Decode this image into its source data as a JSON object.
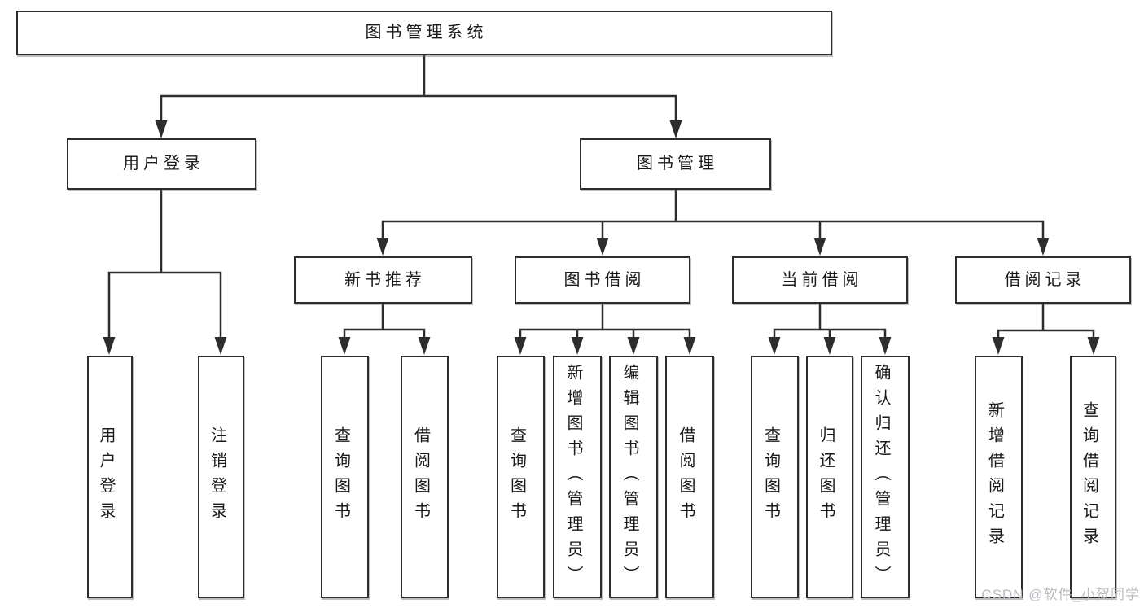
{
  "title": "图书管理系统",
  "tree": {
    "root": {
      "label": "图书管理系统"
    },
    "branches": [
      {
        "label": "用户登录",
        "children": [
          {
            "label": "用户登录"
          },
          {
            "label": "注销登录"
          }
        ]
      },
      {
        "label": "图书管理",
        "children": [
          {
            "label": "新书推荐",
            "children": [
              {
                "label": "查询图书"
              },
              {
                "label": "借阅图书"
              }
            ]
          },
          {
            "label": "图书借阅",
            "children": [
              {
                "label": "查询图书"
              },
              {
                "label": "新增图书（管理员）"
              },
              {
                "label": "编辑图书（管理员）"
              },
              {
                "label": "借阅图书"
              }
            ]
          },
          {
            "label": "当前借阅",
            "children": [
              {
                "label": "查询图书"
              },
              {
                "label": "归还图书"
              },
              {
                "label": "确认归还（管理员）"
              }
            ]
          },
          {
            "label": "借阅记录",
            "children": [
              {
                "label": "新增借阅记录"
              },
              {
                "label": "查询借阅记录"
              }
            ]
          }
        ]
      }
    ]
  },
  "watermark": "CSDN @软件_小贺同学",
  "colors": {
    "line": "#2d2d2d",
    "border": "#2d2d2d",
    "text": "#1a1a1a",
    "watermark": "#b9bcc0",
    "background": "#ffffff"
  }
}
